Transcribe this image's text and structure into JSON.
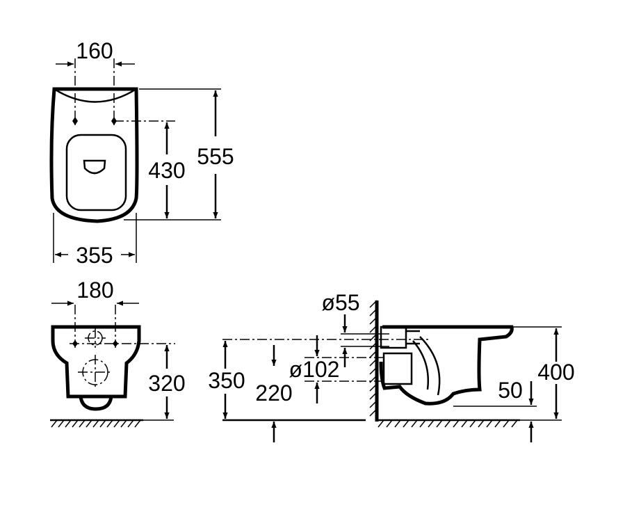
{
  "top_view": {
    "hole_spacing": "160",
    "hole_to_front": "430",
    "overall_length": "555",
    "overall_width": "355"
  },
  "front_view": {
    "hole_spacing": "180",
    "hole_height": "320"
  },
  "side_view": {
    "outlet_diameter": "ø102",
    "inlet_diameter": "ø55",
    "outlet_height": "350",
    "inlet_offset": "220",
    "overall_height": "400",
    "floor_clearance": "50"
  }
}
